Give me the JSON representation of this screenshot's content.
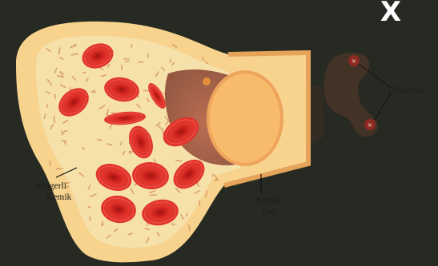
{
  "close_button": {
    "label": "X"
  },
  "labels": {
    "kemik_zari_line1": "Kemik",
    "kemik_zari_line2": "Zarı",
    "sungerli_line1": "Süngerli",
    "sungerli_line2": "Kemik",
    "kikirdak": "Kıkırdak"
  },
  "colors": {
    "background": "#272a22",
    "bone_outer": "#f7d38e",
    "bone_inner": "#f6e1ab",
    "blood_cell": "#d42a24",
    "marrow": "#a25a43"
  }
}
